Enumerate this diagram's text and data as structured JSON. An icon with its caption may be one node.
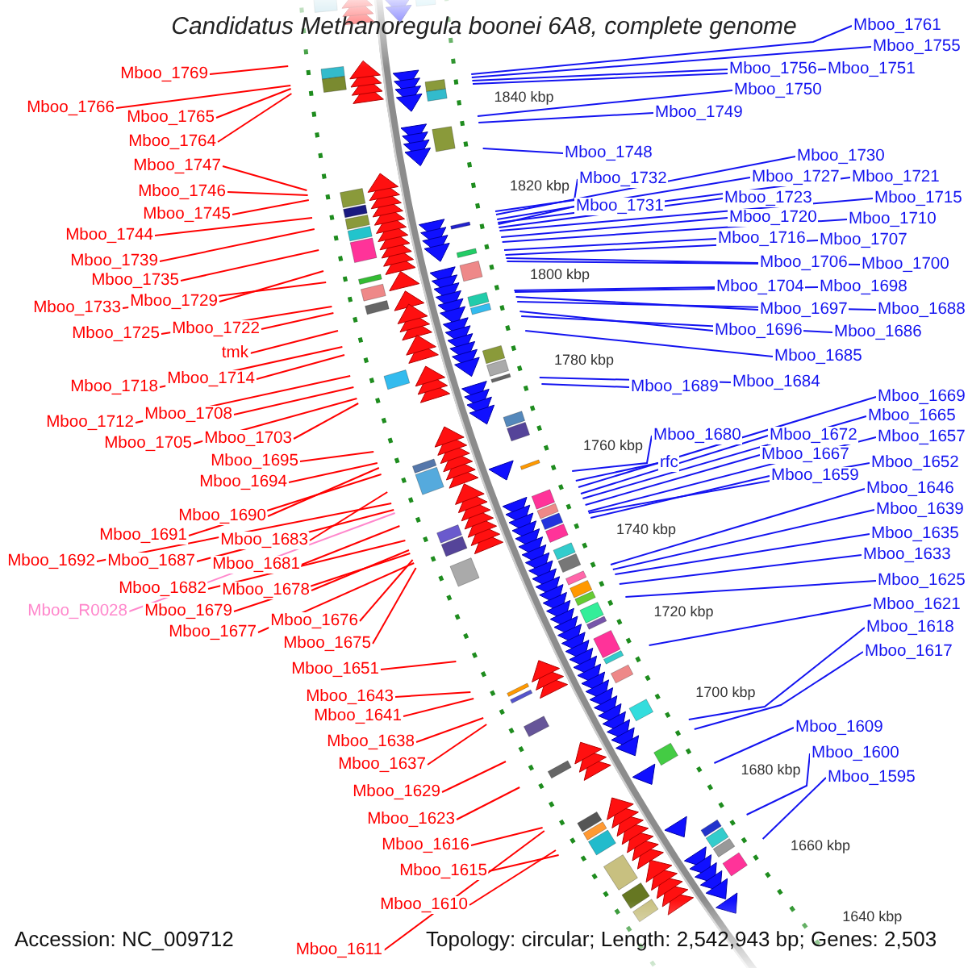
{
  "diagram": {
    "title": "Candidatus Methanoregula boonei 6A8, complete genome",
    "nodes": [
      {
        "text": [
          "Mboo_1769"
        ]
      },
      {
        "text": [
          "Mboo_1766"
        ]
      },
      {
        "text": [
          "Mboo_1765"
        ]
      },
      {
        "text": [
          "Mboo_1764"
        ]
      },
      {
        "text": [
          "Mboo_1747"
        ]
      },
      {
        "text": [
          "Mboo_1746"
        ]
      },
      {
        "text": [
          "Mboo_1745"
        ]
      },
      {
        "text": [
          "Mboo_1744"
        ]
      },
      {
        "text": [
          "Mboo_1739"
        ]
      },
      {
        "text": [
          "Mboo_1735"
        ]
      },
      {
        "text": [
          "Mboo_1733"
        ]
      },
      {
        "text": [
          "Mboo_1729"
        ]
      },
      {
        "text": [
          "Mboo_1725"
        ]
      },
      {
        "text": [
          "Mboo_1722"
        ]
      },
      {
        "text": [
          "tmk"
        ]
      },
      {
        "text": [
          "Mboo_1718"
        ]
      },
      {
        "text": [
          "Mboo_1714"
        ]
      },
      {
        "text": [
          "Mboo_1712"
        ]
      },
      {
        "text": [
          "Mboo_1708"
        ]
      },
      {
        "text": [
          "Mboo_1705"
        ]
      },
      {
        "text": [
          "Mboo_1703"
        ]
      },
      {
        "text": [
          "Mboo_1695"
        ]
      },
      {
        "text": [
          "Mboo_1694"
        ]
      },
      {
        "text": [
          "Mboo_1690"
        ]
      },
      {
        "text": [
          "Mboo_1691"
        ]
      },
      {
        "text": [
          "Mboo_1683"
        ]
      },
      {
        "text": [
          "Mboo_1692"
        ]
      },
      {
        "text": [
          "Mboo_1687"
        ]
      },
      {
        "text": [
          "Mboo_1681"
        ]
      },
      {
        "text": [
          "Mboo_1682"
        ]
      },
      {
        "text": [
          "Mboo_1678"
        ]
      },
      {
        "text": [
          "Mboo_R0028"
        ]
      },
      {
        "text": [
          "Mboo_1679"
        ]
      },
      {
        "text": [
          "Mboo_1676"
        ]
      },
      {
        "text": [
          "Mboo_1677"
        ]
      },
      {
        "text": [
          "Mboo_1675"
        ]
      },
      {
        "text": [
          "Mboo_1651"
        ]
      },
      {
        "text": [
          "Mboo_1643"
        ]
      },
      {
        "text": [
          "Mboo_1641"
        ]
      },
      {
        "text": [
          "Mboo_1638"
        ]
      },
      {
        "text": [
          "Mboo_1637"
        ]
      },
      {
        "text": [
          "Mboo_1629"
        ]
      },
      {
        "text": [
          "Mboo_1623"
        ]
      },
      {
        "text": [
          "Mboo_1616"
        ]
      },
      {
        "text": [
          "Mboo_1615"
        ]
      },
      {
        "text": [
          "Mboo_1610"
        ]
      },
      {
        "text": [
          "Mboo_1611"
        ]
      },
      {
        "text": [
          "Mboo_1761"
        ]
      },
      {
        "text": [
          "Mboo_1755"
        ]
      },
      {
        "text": [
          "Mboo_1756"
        ]
      },
      {
        "text": [
          "Mboo_1751"
        ]
      },
      {
        "text": [
          "Mboo_1750"
        ]
      },
      {
        "text": [
          "Mboo_1749"
        ]
      },
      {
        "text": [
          "Mboo_1748"
        ]
      },
      {
        "text": [
          "Mboo_1730"
        ]
      },
      {
        "text": [
          "Mboo_1732"
        ]
      },
      {
        "text": [
          "Mboo_1727"
        ]
      },
      {
        "text": [
          "Mboo_1721"
        ]
      },
      {
        "text": [
          "Mboo_1731"
        ]
      },
      {
        "text": [
          "Mboo_1723"
        ]
      },
      {
        "text": [
          "Mboo_1715"
        ]
      },
      {
        "text": [
          "Mboo_1720"
        ]
      },
      {
        "text": [
          "Mboo_1710"
        ]
      },
      {
        "text": [
          "Mboo_1716"
        ]
      },
      {
        "text": [
          "Mboo_1707"
        ]
      },
      {
        "text": [
          "Mboo_1706"
        ]
      },
      {
        "text": [
          "Mboo_1700"
        ]
      },
      {
        "text": [
          "Mboo_1704"
        ]
      },
      {
        "text": [
          "Mboo_1698"
        ]
      },
      {
        "text": [
          "Mboo_1697"
        ]
      },
      {
        "text": [
          "Mboo_1688"
        ]
      },
      {
        "text": [
          "Mboo_1696"
        ]
      },
      {
        "text": [
          "Mboo_1686"
        ]
      },
      {
        "text": [
          "Mboo_1685"
        ]
      },
      {
        "text": [
          "Mboo_1689"
        ]
      },
      {
        "text": [
          "Mboo_1684"
        ]
      },
      {
        "text": [
          "Mboo_1669"
        ]
      },
      {
        "text": [
          "Mboo_1665"
        ]
      },
      {
        "text": [
          "Mboo_1680"
        ]
      },
      {
        "text": [
          "Mboo_1672"
        ]
      },
      {
        "text": [
          "Mboo_1657"
        ]
      },
      {
        "text": [
          "Mboo_1667"
        ]
      },
      {
        "text": [
          "rfc"
        ]
      },
      {
        "text": [
          "Mboo_1652"
        ]
      },
      {
        "text": [
          "Mboo_1659"
        ]
      },
      {
        "text": [
          "Mboo_1646"
        ]
      },
      {
        "text": [
          "Mboo_1639"
        ]
      },
      {
        "text": [
          "Mboo_1635"
        ]
      },
      {
        "text": [
          "Mboo_1633"
        ]
      },
      {
        "text": [
          "Mboo_1625"
        ]
      },
      {
        "text": [
          "Mboo_1621"
        ]
      },
      {
        "text": [
          "Mboo_1618"
        ]
      },
      {
        "text": [
          "Mboo_1617"
        ]
      },
      {
        "text": [
          "Mboo_1609"
        ]
      },
      {
        "text": [
          "Mboo_1600"
        ]
      },
      {
        "text": [
          "Mboo_1595"
        ]
      }
    ],
    "edges": [
      {
        "from": 0,
        "to": null,
        "arrow": "none",
        "color": "#ff0000"
      },
      {
        "from": 1,
        "to": null,
        "arrow": "none",
        "color": "#ff0000"
      },
      {
        "from": 2,
        "to": null,
        "arrow": "none",
        "color": "#ff0000"
      },
      {
        "from": 3,
        "to": null,
        "arrow": "none",
        "color": "#ff0000"
      },
      {
        "from": 4,
        "to": null,
        "arrow": "none",
        "color": "#ff0000"
      },
      {
        "from": 5,
        "to": null,
        "arrow": "none",
        "color": "#ff0000"
      },
      {
        "from": 6,
        "to": null,
        "arrow": "none",
        "color": "#ff0000"
      },
      {
        "from": 7,
        "to": null,
        "arrow": "none",
        "color": "#ff0000"
      },
      {
        "from": 8,
        "to": null,
        "arrow": "none",
        "color": "#ff0000"
      },
      {
        "from": 9,
        "to": null,
        "arrow": "none",
        "color": "#ff0000"
      },
      {
        "from": 10,
        "to": null,
        "arrow": "none",
        "color": "#ff0000"
      },
      {
        "from": 11,
        "to": null,
        "arrow": "none",
        "color": "#ff0000"
      },
      {
        "from": 12,
        "to": null,
        "arrow": "none",
        "color": "#ff0000"
      },
      {
        "from": 13,
        "to": null,
        "arrow": "none",
        "color": "#ff0000"
      },
      {
        "from": 14,
        "to": null,
        "arrow": "none",
        "color": "#ff0000"
      },
      {
        "from": 15,
        "to": null,
        "arrow": "none",
        "color": "#ff0000"
      },
      {
        "from": 16,
        "to": null,
        "arrow": "none",
        "color": "#ff0000"
      },
      {
        "from": 17,
        "to": null,
        "arrow": "none",
        "color": "#ff0000"
      },
      {
        "from": 18,
        "to": null,
        "arrow": "none",
        "color": "#ff0000"
      },
      {
        "from": 19,
        "to": null,
        "arrow": "none",
        "color": "#ff0000"
      },
      {
        "from": 20,
        "to": null,
        "arrow": "none",
        "color": "#ff0000"
      },
      {
        "from": 21,
        "to": null,
        "arrow": "none",
        "color": "#ff0000"
      },
      {
        "from": 22,
        "to": null,
        "arrow": "none",
        "color": "#ff0000"
      },
      {
        "from": 23,
        "to": null,
        "arrow": "none",
        "color": "#ff0000"
      },
      {
        "from": 24,
        "to": null,
        "arrow": "none",
        "color": "#ff0000"
      },
      {
        "from": 25,
        "to": null,
        "arrow": "none",
        "color": "#ff0000"
      },
      {
        "from": 26,
        "to": null,
        "arrow": "none",
        "color": "#ff0000"
      },
      {
        "from": 27,
        "to": null,
        "arrow": "none",
        "color": "#ff0000"
      },
      {
        "from": 28,
        "to": null,
        "arrow": "none",
        "color": "#ff0000"
      },
      {
        "from": 29,
        "to": null,
        "arrow": "none",
        "color": "#ff0000"
      },
      {
        "from": 30,
        "to": null,
        "arrow": "none",
        "color": "#ff0000"
      },
      {
        "from": 31,
        "to": null,
        "arrow": "none",
        "color": "#ff88cc"
      },
      {
        "from": 32,
        "to": null,
        "arrow": "none",
        "color": "#ff0000"
      },
      {
        "from": 33,
        "to": null,
        "arrow": "none",
        "color": "#ff0000"
      },
      {
        "from": 34,
        "to": null,
        "arrow": "none",
        "color": "#ff0000"
      },
      {
        "from": 35,
        "to": null,
        "arrow": "none",
        "color": "#ff0000"
      },
      {
        "from": 36,
        "to": null,
        "arrow": "none",
        "color": "#ff0000"
      },
      {
        "from": 37,
        "to": null,
        "arrow": "none",
        "color": "#ff0000"
      },
      {
        "from": 38,
        "to": null,
        "arrow": "none",
        "color": "#ff0000"
      },
      {
        "from": 39,
        "to": null,
        "arrow": "none",
        "color": "#ff0000"
      },
      {
        "from": 40,
        "to": null,
        "arrow": "none",
        "color": "#ff0000"
      },
      {
        "from": 41,
        "to": null,
        "arrow": "none",
        "color": "#ff0000"
      },
      {
        "from": 42,
        "to": null,
        "arrow": "none",
        "color": "#ff0000"
      },
      {
        "from": 43,
        "to": null,
        "arrow": "none",
        "color": "#ff0000"
      },
      {
        "from": 44,
        "to": null,
        "arrow": "none",
        "color": "#ff0000"
      },
      {
        "from": 45,
        "to": null,
        "arrow": "none",
        "color": "#ff0000"
      },
      {
        "from": 46,
        "to": null,
        "arrow": "none",
        "color": "#ff0000"
      },
      {
        "from": 47,
        "to": null,
        "arrow": "none"
      },
      {
        "from": 48,
        "to": null,
        "arrow": "none"
      },
      {
        "from": 49,
        "to": null,
        "arrow": "none"
      },
      {
        "from": 50,
        "to": null,
        "arrow": "none"
      },
      {
        "from": 51,
        "to": null,
        "arrow": "none"
      },
      {
        "from": 52,
        "to": null,
        "arrow": "none"
      },
      {
        "from": 53,
        "to": null,
        "arrow": "none"
      },
      {
        "from": 54,
        "to": null,
        "arrow": "none"
      },
      {
        "from": 55,
        "to": null,
        "arrow": "none"
      },
      {
        "from": 56,
        "to": null,
        "arrow": "none"
      },
      {
        "from": 57,
        "to": null,
        "arrow": "none"
      },
      {
        "from": 58,
        "to": null,
        "arrow": "none"
      },
      {
        "from": 59,
        "to": null,
        "arrow": "none"
      },
      {
        "from": 60,
        "to": null,
        "arrow": "none"
      },
      {
        "from": 61,
        "to": null,
        "arrow": "none"
      },
      {
        "from": 62,
        "to": null,
        "arrow": "none"
      },
      {
        "from": 63,
        "to": null,
        "arrow": "none"
      },
      {
        "from": 64,
        "to": null,
        "arrow": "none"
      },
      {
        "from": 65,
        "to": null,
        "arrow": "none"
      },
      {
        "from": 66,
        "to": null,
        "arrow": "none"
      },
      {
        "from": 67,
        "to": null,
        "arrow": "none"
      },
      {
        "from": 68,
        "to": null,
        "arrow": "none"
      },
      {
        "from": 69,
        "to": null,
        "arrow": "none"
      },
      {
        "from": 70,
        "to": null,
        "arrow": "none"
      },
      {
        "from": 71,
        "to": null,
        "arrow": "none"
      },
      {
        "from": 72,
        "to": null,
        "arrow": "none"
      },
      {
        "from": 73,
        "to": null,
        "arrow": "none"
      },
      {
        "from": 74,
        "to": null,
        "arrow": "none"
      },
      {
        "from": 75,
        "to": null,
        "arrow": "none"
      },
      {
        "from": 76,
        "to": null,
        "arrow": "none"
      },
      {
        "from": 77,
        "to": null,
        "arrow": "none"
      },
      {
        "from": 78,
        "to": null,
        "arrow": "none"
      },
      {
        "from": 79,
        "to": null,
        "arrow": "none"
      },
      {
        "from": 80,
        "to": null,
        "arrow": "none"
      },
      {
        "from": 81,
        "to": null,
        "arrow": "none"
      },
      {
        "from": 82,
        "to": null,
        "arrow": "none"
      },
      {
        "from": 83,
        "to": null,
        "arrow": "none"
      },
      {
        "from": 84,
        "to": null,
        "arrow": "none"
      },
      {
        "from": 85,
        "to": null,
        "arrow": "none"
      },
      {
        "from": 86,
        "to": null,
        "arrow": "none"
      },
      {
        "from": 87,
        "to": null,
        "arrow": "none"
      },
      {
        "from": 88,
        "to": null,
        "arrow": "none"
      },
      {
        "from": 89,
        "to": null,
        "arrow": "none"
      },
      {
        "from": 90,
        "to": null,
        "arrow": "none"
      },
      {
        "from": 91,
        "to": null,
        "arrow": "none"
      },
      {
        "from": 92,
        "to": null,
        "arrow": "none"
      },
      {
        "from": 93,
        "to": null,
        "arrow": "none"
      },
      {
        "from": 94,
        "to": null,
        "arrow": "none"
      },
      {
        "from": 95,
        "to": null,
        "arrow": "none"
      }
    ],
    "labels": [
      "1840 kbp",
      "1820 kbp",
      "1800 kbp",
      "1780 kbp",
      "1760 kbp",
      "1740 kbp",
      "1720 kbp",
      "1700 kbp",
      "1680 kbp",
      "1660 kbp",
      "1640 kbp",
      "Accession: NC_009712",
      "Topology: circular; Length: 2,542,943 bp; Genes: 2,503"
    ]
  }
}
